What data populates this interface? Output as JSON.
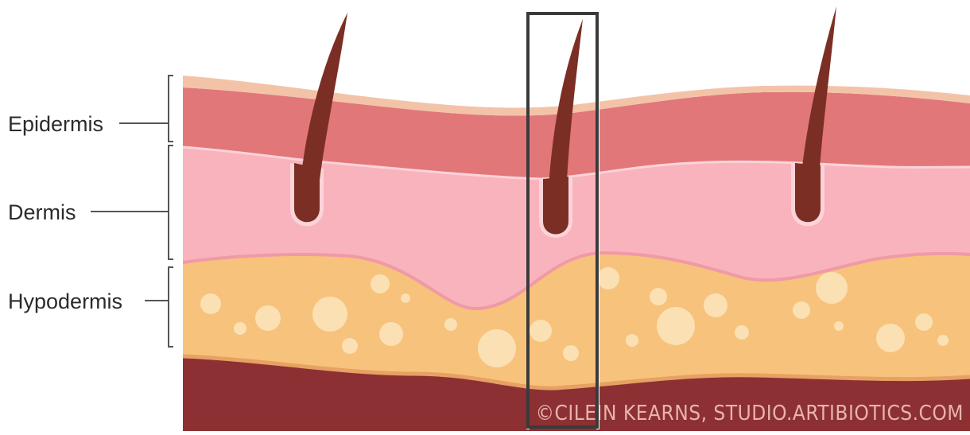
{
  "labels": {
    "epidermis": "Epidermis",
    "dermis": "Dermis",
    "hypodermis": "Hypodermis"
  },
  "credit": "©CILEIN KEARNS, STUDIO.ARTIBIOTICS.COM",
  "colors": {
    "epidermis_top": "#f3c3a8",
    "epidermis": "#e2777a",
    "dermis": "#f9b3bd",
    "hypodermis": "#f7c27c",
    "fat_globule": "#fbe0b4",
    "deep_tissue": "#9d3a3c",
    "hair": "#7b2f24",
    "highlight_box": "#3a3a3a",
    "bracket": "#555555"
  }
}
